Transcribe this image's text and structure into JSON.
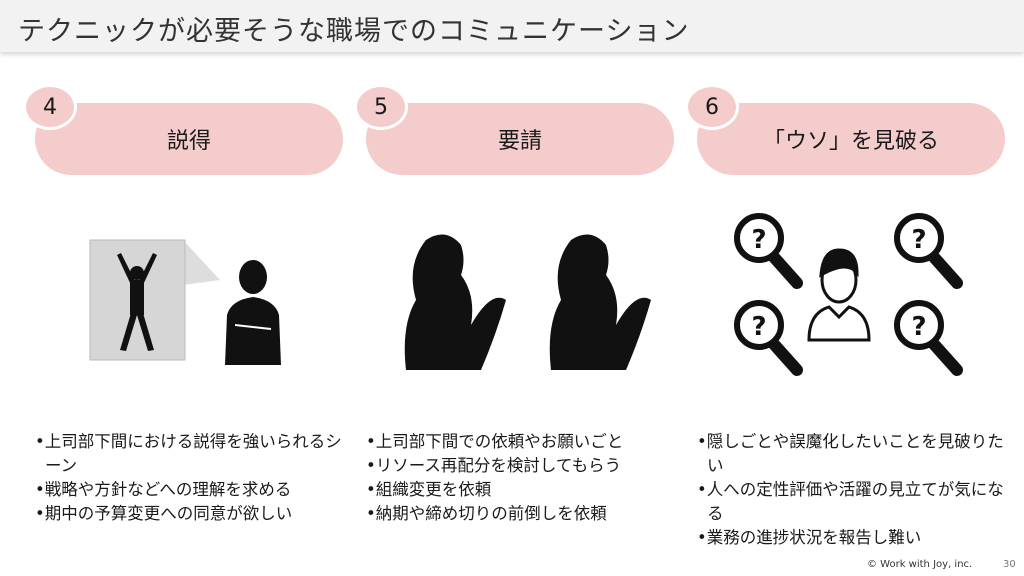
{
  "title": "テクニックが必要そうな職場でのコミュニケーション",
  "columns": [
    {
      "number": "4",
      "heading": "説得",
      "bullets": [
        "上司部下間における説得を強いられるシーン",
        "戦略や方針などへの理解を求める",
        "期中の予算変更への同意が欲しい"
      ]
    },
    {
      "number": "5",
      "heading": "要請",
      "bullets": [
        "上司部下間での依頼やお願いごと",
        "リソース再配分を検討してもらう",
        "組織変更を依頼",
        "納期や締め切りの前倒しを依頼"
      ]
    },
    {
      "number": "6",
      "heading": "「ウソ」を見破る",
      "bullets": [
        "隠しごとや誤魔化したいことを見破りたい",
        "人への定性評価や活躍の見立てが気になる",
        "業務の進捗状況を報告し難い"
      ]
    }
  ],
  "footer": {
    "copyright": "© Work with Joy, inc.",
    "page": "30"
  },
  "colors": {
    "accent": "#f4cccc"
  }
}
